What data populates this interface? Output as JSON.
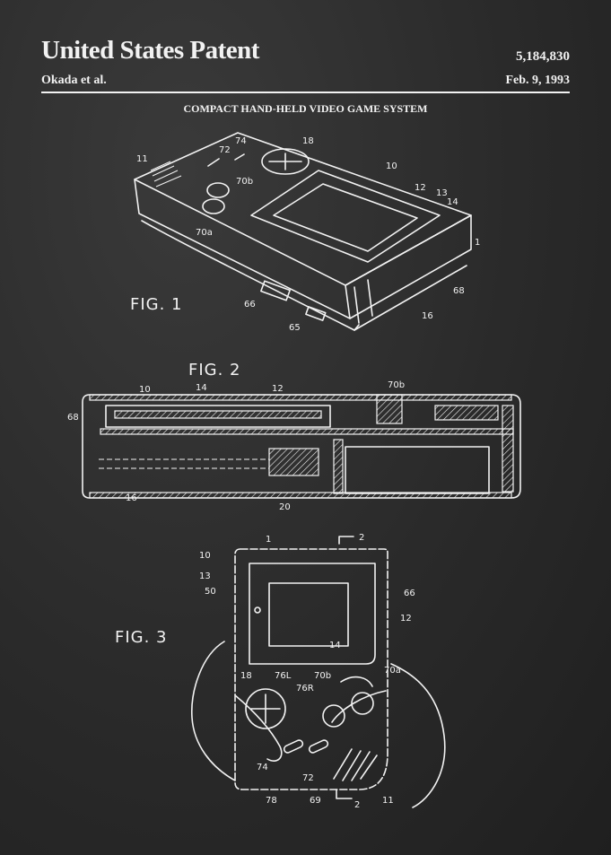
{
  "header": {
    "title": "United States Patent",
    "number": "5,184,830",
    "inventor": "Okada et al.",
    "date": "Feb. 9, 1993",
    "subtitle": "COMPACT HAND-HELD VIDEO GAME SYSTEM"
  },
  "figures": {
    "fig1": {
      "label": "FIG. 1",
      "refs": [
        "11",
        "72",
        "74",
        "18",
        "70b",
        "70a",
        "10",
        "12",
        "13",
        "14",
        "1",
        "68",
        "16",
        "66",
        "65"
      ]
    },
    "fig2": {
      "label": "FIG. 2",
      "refs": [
        "10",
        "14",
        "12",
        "70b",
        "68",
        "16",
        "20"
      ]
    },
    "fig3": {
      "label": "FIG. 3",
      "refs": [
        "1",
        "2",
        "10",
        "13",
        "50",
        "66",
        "12",
        "14",
        "18",
        "76L",
        "70b",
        "76R",
        "70a",
        "74",
        "72",
        "78",
        "69",
        "2",
        "11"
      ]
    }
  }
}
